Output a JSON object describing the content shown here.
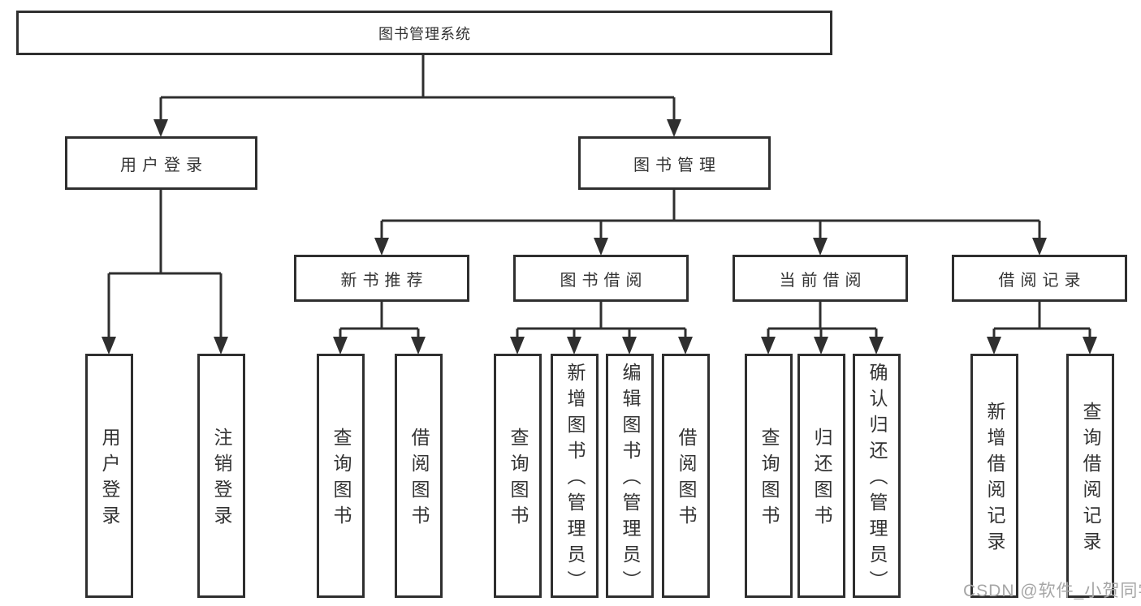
{
  "tree": {
    "label": "图书管理系统",
    "children": [
      {
        "label": "用户登录",
        "children": [
          {
            "label": "用户登录"
          },
          {
            "label": "注销登录"
          }
        ]
      },
      {
        "label": "图书管理",
        "children": [
          {
            "label": "新书推荐",
            "children": [
              {
                "label": "查询图书"
              },
              {
                "label": "借阅图书"
              }
            ]
          },
          {
            "label": "图书借阅",
            "children": [
              {
                "label": "查询图书"
              },
              {
                "label": "新增图书（管理员）"
              },
              {
                "label": "编辑图书（管理员）"
              },
              {
                "label": "借阅图书"
              }
            ]
          },
          {
            "label": "当前借阅",
            "children": [
              {
                "label": "查询图书"
              },
              {
                "label": "归还图书"
              },
              {
                "label": "确认归还（管理员）"
              }
            ]
          },
          {
            "label": "借阅记录",
            "children": [
              {
                "label": "新增借阅记录"
              },
              {
                "label": "查询借阅记录"
              }
            ]
          }
        ]
      }
    ]
  },
  "watermark": {
    "text": "CSDN @软件_小贺同学"
  },
  "colors": {
    "line": "#2f2f2f",
    "box_border": "#2f2f2f",
    "text": "#333333",
    "watermark": "#a6a6a6",
    "background": "#ffffff"
  }
}
